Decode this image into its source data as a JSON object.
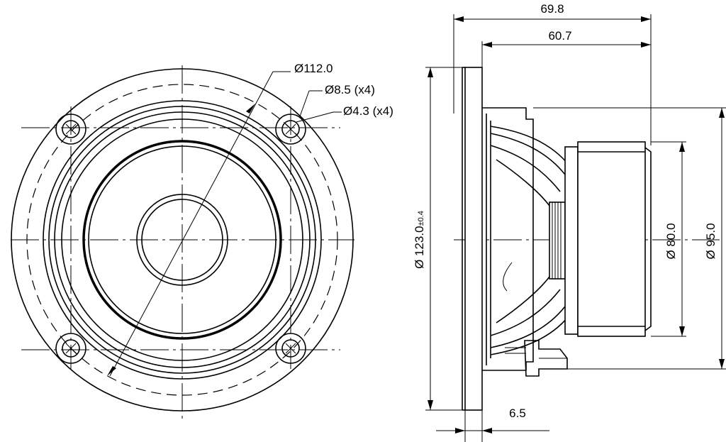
{
  "front_view": {
    "dimensions": [
      {
        "id": "outer_bolt_circle",
        "label": "Ø112.0"
      },
      {
        "id": "mount_hole",
        "label": "Ø8.5 (x4)"
      },
      {
        "id": "inner_hole",
        "label": "Ø4.3 (x4)"
      }
    ]
  },
  "side_view": {
    "dimensions": [
      {
        "id": "overall_depth",
        "label": "69.8"
      },
      {
        "id": "mount_depth",
        "label": "60.7"
      },
      {
        "id": "flange_diameter",
        "label": "Ø 123.0",
        "tolerance": "±0.4"
      },
      {
        "id": "magnet_diameter",
        "label": "Ø 80.0"
      },
      {
        "id": "basket_diameter",
        "label": "Ø 95.0"
      },
      {
        "id": "flange_thickness",
        "label": "6.5"
      }
    ]
  }
}
